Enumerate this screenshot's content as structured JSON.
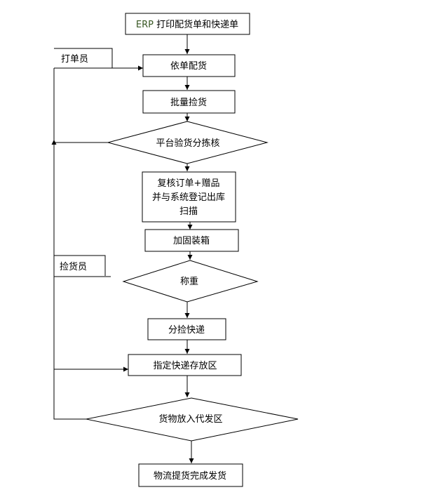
{
  "diagram": {
    "nodes": {
      "erp_print": "ERP 打印配货单和快递单",
      "pick_by_order": "依单配货",
      "batch_pick": "批量捡货",
      "platform_inspect": "平台验货分拣核",
      "recheck_line1": "复核订单+赠品",
      "recheck_line2": "并与系统登记出库",
      "recheck_line3": "扫描",
      "reinforce_pack": "加固装箱",
      "weigh": "称重",
      "sort_express": "分捡快递",
      "designate_area": "指定快递存放区",
      "goods_to_dispatch": "货物放入代发区",
      "logistics_pickup": "物流提货完成发货"
    },
    "roles": {
      "order_printer": "打单员",
      "picker": "捡货员"
    },
    "colors": {
      "stroke": "#000000",
      "erp_text": "#385723"
    }
  }
}
